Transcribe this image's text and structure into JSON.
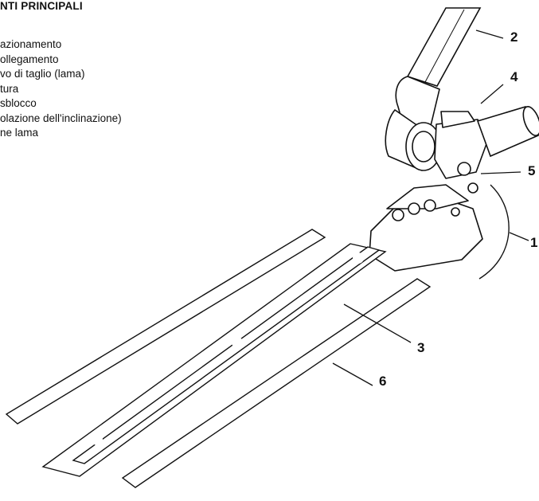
{
  "heading": "NTI PRINCIPALI",
  "legend": [
    "azionamento",
    "ollegamento",
    "vo di taglio (lama)",
    "tura",
    "sblocco",
    "olazione dell'inclinazione)",
    "ne lama"
  ],
  "callouts": {
    "c1": "1",
    "c2": "2",
    "c3": "3",
    "c4": "4",
    "c5": "5",
    "c6": "6"
  }
}
